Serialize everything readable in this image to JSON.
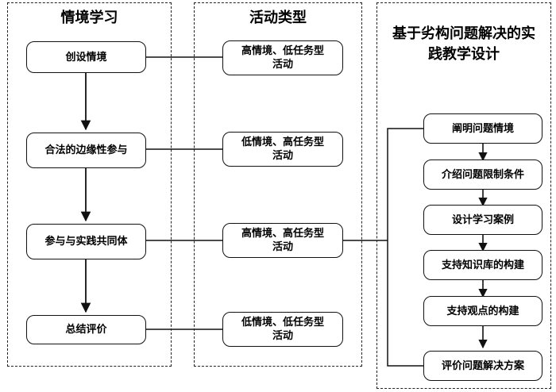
{
  "panels": {
    "situated_learning": {
      "title": "情境学习"
    },
    "activity_types": {
      "title": "活动类型"
    },
    "practice_design": {
      "title": "基于劣构问题解决的实践教学设计"
    }
  },
  "learning_stages": [
    {
      "label": "创设情境"
    },
    {
      "label": "合法的边缘性参与"
    },
    {
      "label": "参与与实践共同体"
    },
    {
      "label": "总结评价"
    }
  ],
  "activity_items": [
    {
      "line1": "高情境、低任务型",
      "line2": "活动"
    },
    {
      "line1": "低情境、高任务型",
      "line2": "活动"
    },
    {
      "line1": "高情境、高任务型",
      "line2": "活动"
    },
    {
      "line1": "低情境、低任务型",
      "line2": "活动"
    }
  ],
  "design_steps": [
    {
      "label": "阐明问题情境"
    },
    {
      "label": "介绍问题限制条件"
    },
    {
      "label": "设计学习案例"
    },
    {
      "label": "支持知识库的构建"
    },
    {
      "label": "支持观点的构建"
    },
    {
      "label": "评价问题解决方案"
    }
  ]
}
